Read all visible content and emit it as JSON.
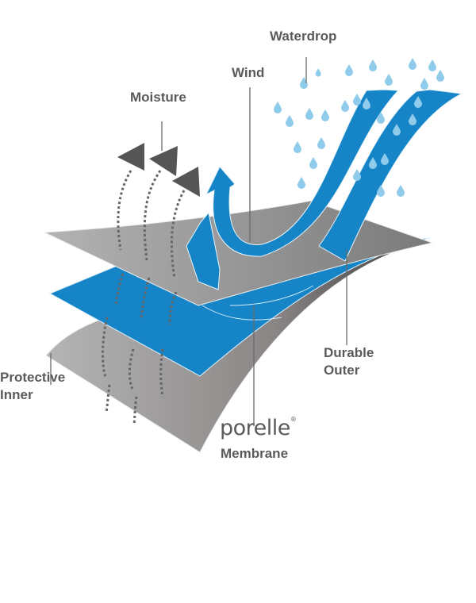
{
  "labels": {
    "waterdrop": "Waterdrop",
    "wind": "Wind",
    "moisture": "Moisture",
    "durable_outer_1": "Durable",
    "durable_outer_2": "Outer",
    "protective_inner_1": "Protective",
    "protective_inner_2": "Inner",
    "membrane": "Membrane"
  },
  "logo": {
    "text": "porelle",
    "mark": "®"
  },
  "colors": {
    "blue": "#1585c7",
    "gray_top": "#a9a9a9",
    "gray_bottom": "#8f8b8b",
    "drop": "#8fcbea",
    "text": "#5a5a5a",
    "arrow": "#555555"
  }
}
